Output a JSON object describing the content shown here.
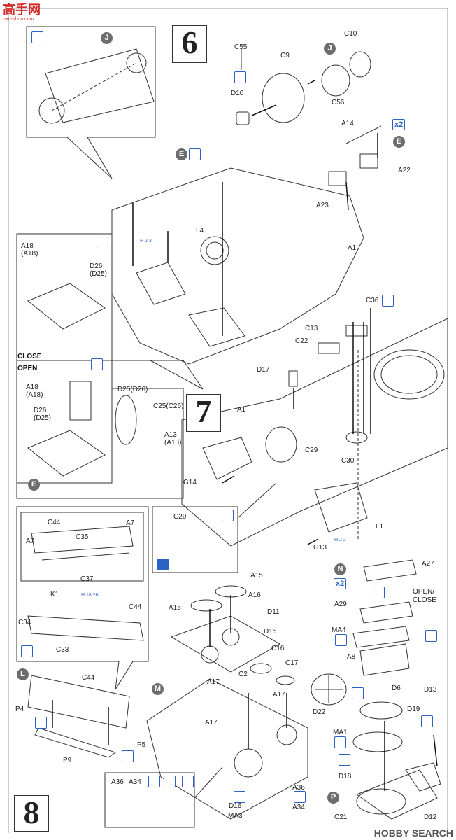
{
  "site": {
    "logo_text": "高手网",
    "logo_url": "nan-shou.com"
  },
  "watermark": {
    "text": "HOBBY SEARCH"
  },
  "steps": {
    "six": "6",
    "seven": "7",
    "eight": "8"
  },
  "markers": {
    "j1": "J",
    "j2": "J",
    "e1": "E",
    "e2": "E",
    "e3": "E",
    "n": "N",
    "l": "L",
    "m": "M",
    "p": "P"
  },
  "multipliers": {
    "a": "x2",
    "b": "x2"
  },
  "states": {
    "close": "CLOSE",
    "open": "OPEN",
    "open_close": "OPEN/\nCLOSE"
  },
  "refs": {
    "l4": "H 2 3",
    "l1": "H 2 2",
    "k1": "H 18 26"
  },
  "labels": {
    "c55": "C55",
    "c9": "C9",
    "c10": "C10",
    "c56": "C56",
    "d10": "D10",
    "a14": "A14",
    "a22": "A22",
    "a23": "A23",
    "l4": "L4",
    "a1a": "A1",
    "a18a": "A18\n(A18)",
    "d26a": "D26\n(D25)",
    "c36": "C36",
    "c13": "C13",
    "c22": "C22",
    "d17": "D17",
    "a18b": "A18\n(A18)",
    "d26b": "D26\n(D25)",
    "d25": "D25(D26)",
    "c25": "C25(C26)",
    "a13": "A13\n(A13)",
    "a1b": "A1",
    "c29a": "C29",
    "c30": "C30",
    "g14": "G14",
    "g13": "G13",
    "c29b": "C29",
    "l1": "L1",
    "c44a": "C44",
    "a7a": "A7",
    "a7b": "A7",
    "c35": "C35",
    "c37": "C37",
    "k1": "K1",
    "c44b": "C44",
    "c34": "C34",
    "c33": "C33",
    "a27": "A27",
    "a29": "A29",
    "ma4": "MA4",
    "a8": "A8",
    "a15a": "A15",
    "a16": "A16",
    "a15b": "A15",
    "d11": "D11",
    "d15": "D15",
    "c16": "C16",
    "c17": "C17",
    "d22": "D22",
    "a17a": "A17",
    "c2": "C2",
    "a17b": "A17",
    "a17c": "A17",
    "d6": "D6",
    "d13": "D13",
    "d19": "D19",
    "c44c": "C44",
    "p4": "P4",
    "p9": "P9",
    "p5": "P5",
    "ma1": "MA1",
    "d18": "D18",
    "d16": "D16",
    "ma3": "MA3",
    "a36a": "A36",
    "a34a": "A34",
    "a36b": "A36",
    "a34b": "A34",
    "c21": "C21",
    "d12": "D12"
  }
}
